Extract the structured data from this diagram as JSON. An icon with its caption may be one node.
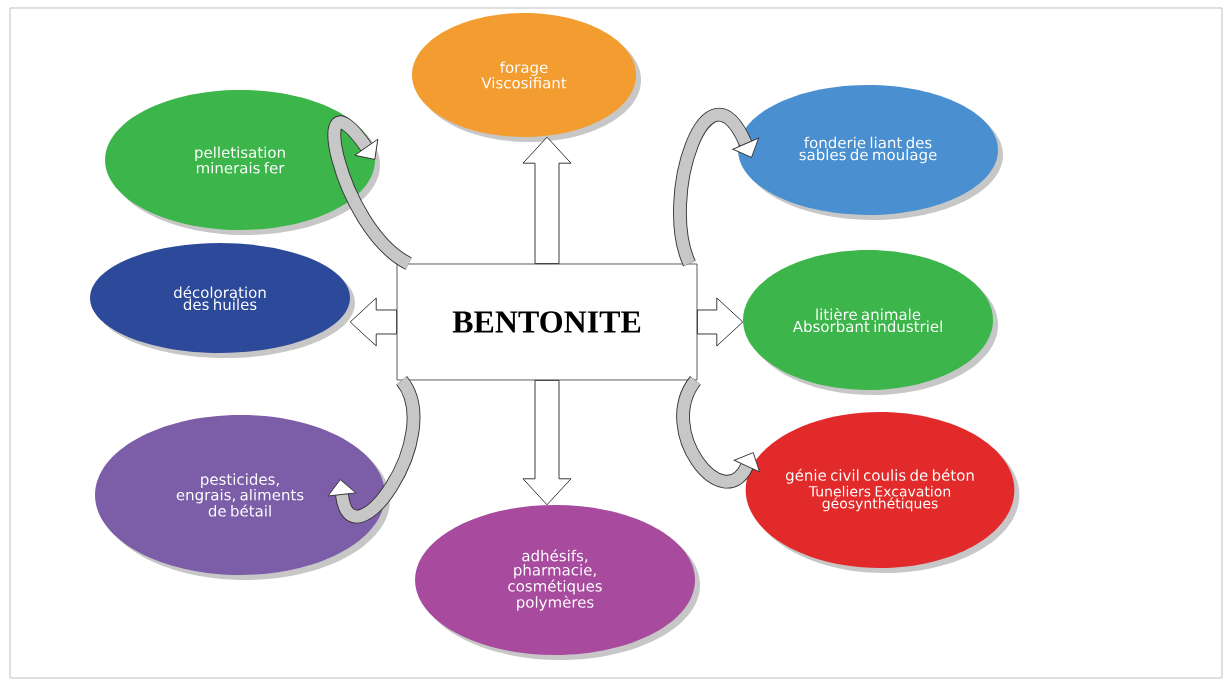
{
  "diagram": {
    "nodes": [
      {
        "text": [
          "pelletisation minerais fer"
        ]
      },
      {
        "text": [
          "forage Viscosifiant"
        ]
      },
      {
        "text": [
          "fonderie liant des sables de moulage"
        ]
      },
      {
        "text": [
          "décoloration des huiles"
        ]
      },
      {
        "text": [
          "BENTONITE"
        ]
      },
      {
        "text": [
          "litière animale Absorbant industriel"
        ]
      },
      {
        "text": [
          "pesticides, engrais, aliments de bétail"
        ]
      },
      {
        "text": [
          "génie civil coulis de béton",
          "Tuneliers Excavation géosynthétiques"
        ]
      },
      {
        "text": [
          "adhésifs, pharmacie, cosmétiques polymères"
        ]
      }
    ],
    "edges": [
      {
        "from": 4,
        "to": 0,
        "arrow": "to"
      },
      {
        "from": 4,
        "to": 1,
        "arrow": "to"
      },
      {
        "from": 4,
        "to": 2,
        "arrow": "to"
      },
      {
        "from": 4,
        "to": 3,
        "arrow": "to"
      },
      {
        "from": 4,
        "to": 5,
        "arrow": "to"
      },
      {
        "from": 4,
        "to": 6,
        "arrow": "to"
      },
      {
        "from": 4,
        "to": 7,
        "arrow": "to"
      },
      {
        "from": 4,
        "to": 8,
        "arrow": "to"
      }
    ]
  }
}
